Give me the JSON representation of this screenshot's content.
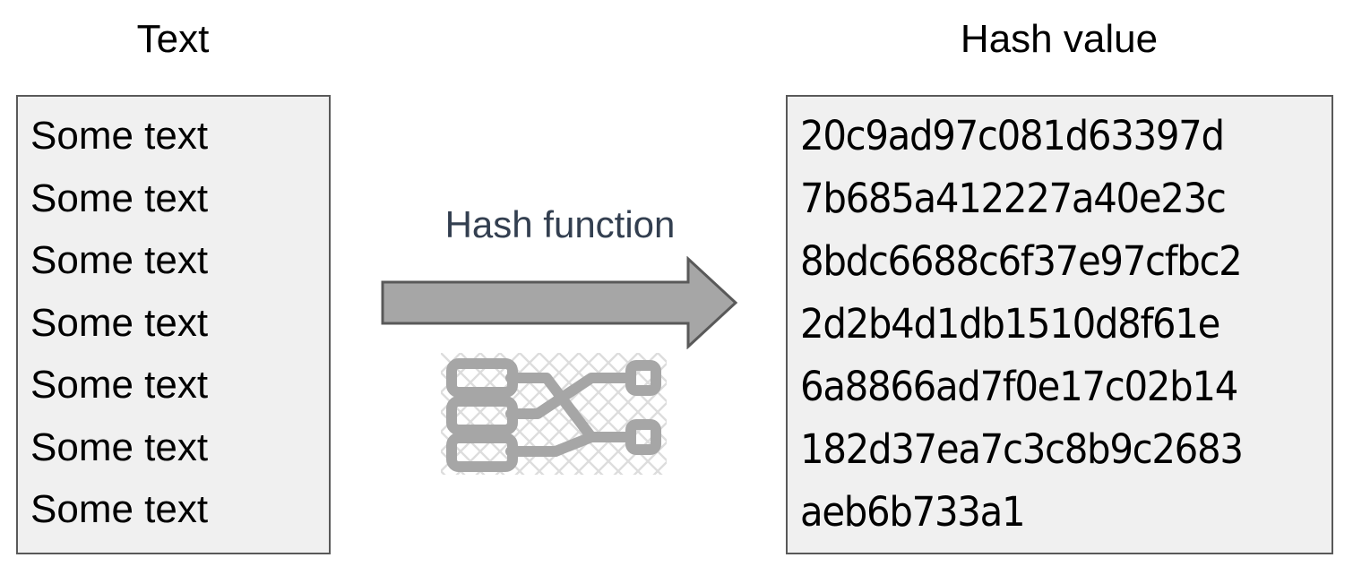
{
  "diagram": {
    "title_left": "Text",
    "title_right": "Hash value",
    "process_label": "Hash function",
    "arrow_direction": "right",
    "colors": {
      "panel_fill": "#F0F0F0",
      "panel_border": "#595959",
      "arrow_fill": "#A6A6A6",
      "arrow_border": "#595959",
      "icon_fill": "#A6A6A6",
      "label_text": "#333F50",
      "body_text": "#000000"
    },
    "left_panel": {
      "lines": [
        "Some text",
        "Some text",
        "Some text",
        "Some text",
        "Some text",
        "Some text",
        "Some text"
      ]
    },
    "right_panel": {
      "lines": [
        "20c9ad97c081d63397d",
        "7b685a412227a40e23c",
        "8bdc6688c6f37e97cfbc2",
        "2d2b4d1db1510d8f61e",
        "6a8866ad7f0e17c02b14",
        "182d37ea7c3c8b9c2683",
        "aeb6b733a1"
      ],
      "full_value": "20c9ad97c081d63397d7b685a412227a40e23c8bdc6688c6f37e97cfbc22d2b4d1db1510d8f61e6a8866ad7f0e17c02b14182d37ea7c3c8b9c2683aeb6b733a1"
    },
    "icon": {
      "name": "hash-function-icon",
      "input_nodes": 3,
      "output_nodes": 2
    }
  }
}
